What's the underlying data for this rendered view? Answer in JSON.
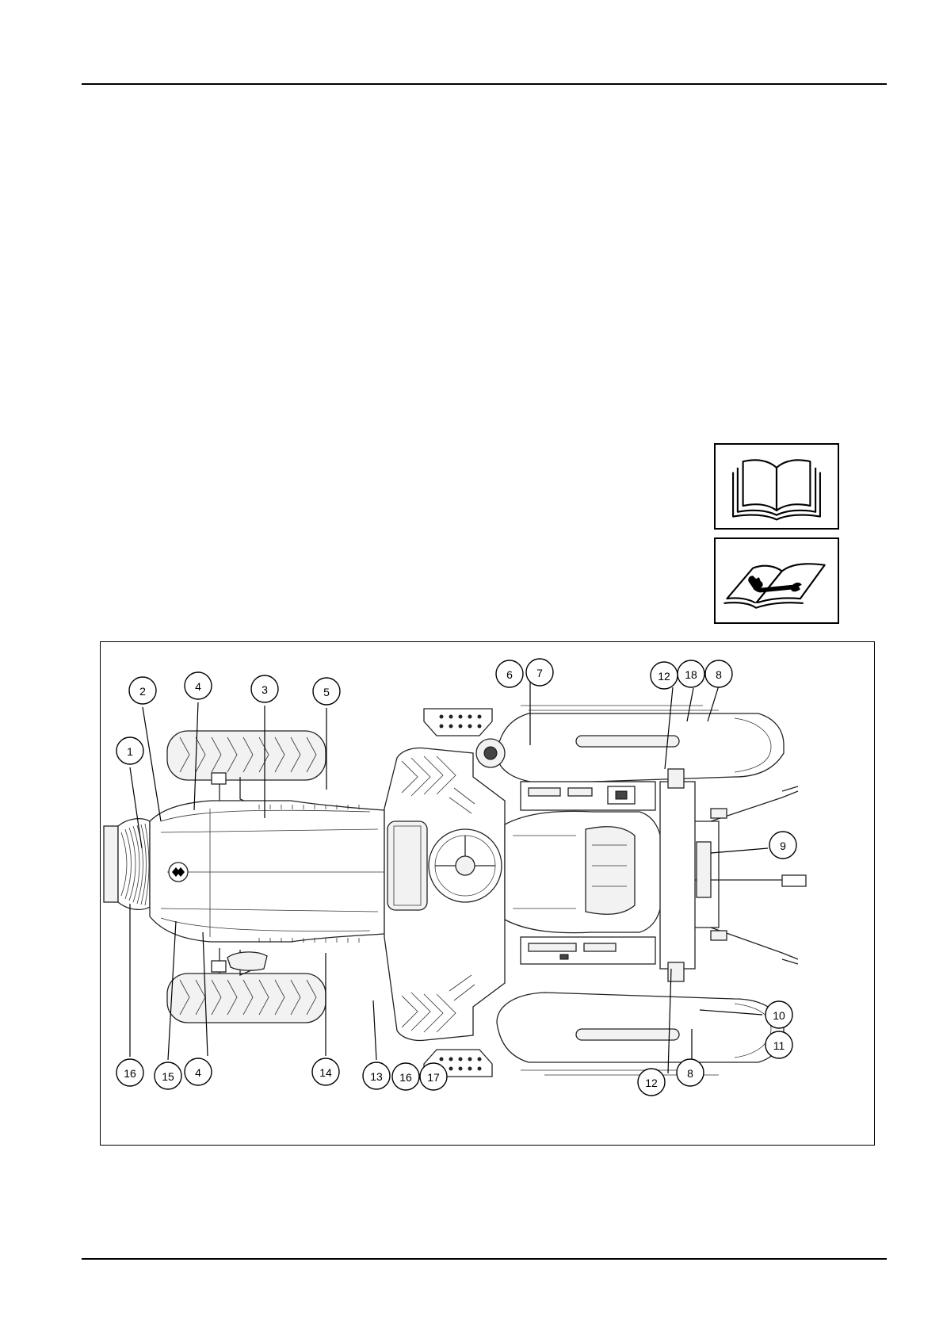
{
  "page": {
    "symbols": [
      {
        "name": "operator-manual-icon"
      },
      {
        "name": "repair-manual-icon"
      }
    ]
  },
  "figure": {
    "callouts": [
      "1",
      "2",
      "3",
      "4",
      "4",
      "5",
      "6",
      "7",
      "8",
      "8",
      "9",
      "10",
      "11",
      "12",
      "12",
      "13",
      "14",
      "15",
      "16",
      "16",
      "17",
      "18"
    ]
  }
}
